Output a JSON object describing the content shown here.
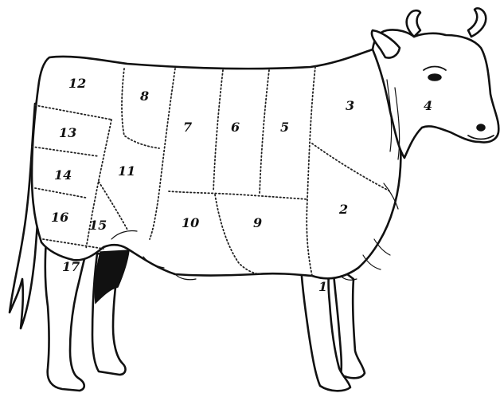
{
  "cuts": [
    {
      "id": "1",
      "label": "1"
    },
    {
      "id": "2",
      "label": "2"
    },
    {
      "id": "3",
      "label": "3"
    },
    {
      "id": "4",
      "label": "4"
    },
    {
      "id": "5",
      "label": "5"
    },
    {
      "id": "6",
      "label": "6"
    },
    {
      "id": "7",
      "label": "7"
    },
    {
      "id": "8",
      "label": "8"
    },
    {
      "id": "9",
      "label": "9"
    },
    {
      "id": "10",
      "label": "10"
    },
    {
      "id": "11",
      "label": "11"
    },
    {
      "id": "12",
      "label": "12"
    },
    {
      "id": "13",
      "label": "13"
    },
    {
      "id": "14",
      "label": "14"
    },
    {
      "id": "15",
      "label": "15"
    },
    {
      "id": "16",
      "label": "16"
    },
    {
      "id": "17",
      "label": "17"
    }
  ]
}
